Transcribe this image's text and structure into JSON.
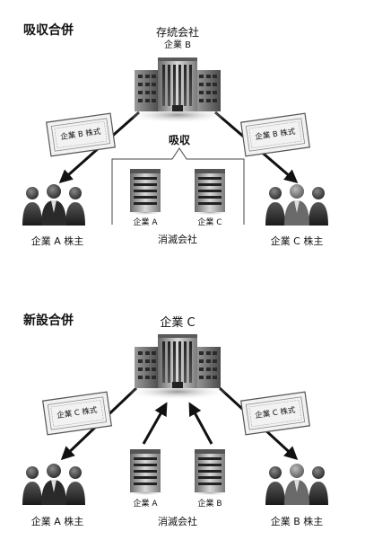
{
  "absorption": {
    "title": "吸収合併",
    "surviving_label": "存続会社",
    "surviving_company": "企業 B",
    "action": "吸収",
    "left_cert": "企業 B 株式",
    "right_cert": "企業 B 株式",
    "left_shareholders": "企業 A 株主",
    "right_shareholders": "企業 C 株主",
    "merged_a": "企業 A",
    "merged_c": "企業 C",
    "dissolved_label": "消滅会社"
  },
  "new_merger": {
    "title": "新設合併",
    "new_company": "企業 C",
    "left_cert": "企業 C 株式",
    "right_cert": "企業 C 株式",
    "left_shareholders": "企業 A 株主",
    "right_shareholders": "企業 B 株主",
    "merged_a": "企業 A",
    "merged_b": "企業 B",
    "dissolved_label": "消滅会社"
  }
}
